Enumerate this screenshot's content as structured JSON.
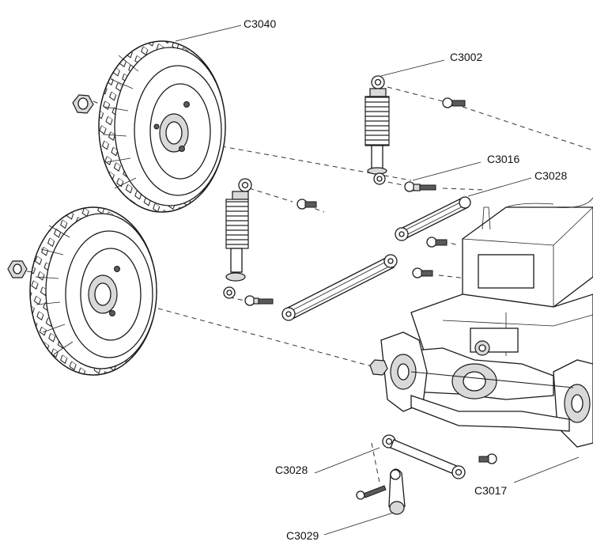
{
  "callouts": {
    "c3040": "C3040",
    "c3002": "C3002",
    "c3016": "C3016",
    "c3028_top": "C3028",
    "c3028_bottom": "C3028",
    "c3017": "C3017",
    "c3029": "C3029"
  }
}
